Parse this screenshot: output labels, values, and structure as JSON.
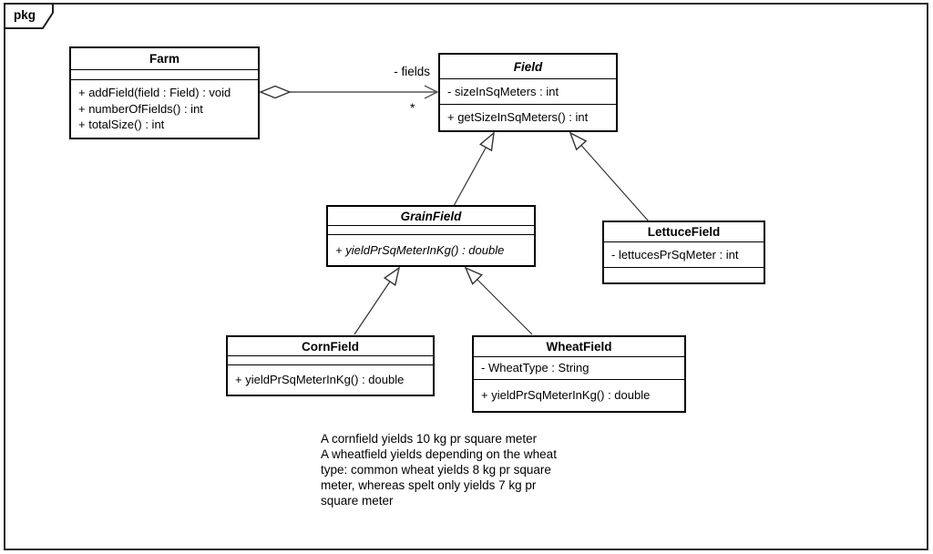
{
  "frame": {
    "tag": "pkg"
  },
  "classes": {
    "farm": {
      "name": "Farm",
      "attributes": [],
      "methods": [
        "+ addField(field : Field) : void",
        "+ numberOfFields() : int",
        "+ totalSize() : int"
      ]
    },
    "field": {
      "name": "Field",
      "abstract": true,
      "attributes": [
        "- sizeInSqMeters : int"
      ],
      "methods": [
        "+ getSizeInSqMeters() : int"
      ]
    },
    "grainField": {
      "name": "GrainField",
      "abstract": true,
      "attributes": [],
      "methods": [
        "+ yieldPrSqMeterInKg() : double"
      ]
    },
    "lettuceField": {
      "name": "LettuceField",
      "attributes": [
        "- lettucesPrSqMeter : int"
      ],
      "methods": []
    },
    "cornField": {
      "name": "CornField",
      "attributes": [],
      "methods": [
        "+ yieldPrSqMeterInKg() : double"
      ]
    },
    "wheatField": {
      "name": "WheatField",
      "attributes": [
        "- WheatType : String"
      ],
      "methods": [
        "+ yieldPrSqMeterInKg() : double"
      ]
    }
  },
  "relations": {
    "farm_field_aggregation": {
      "label": "- fields",
      "multiplicity": "*"
    },
    "generalizations": [
      "GrainField -> Field",
      "LettuceField -> Field",
      "CornField -> GrainField",
      "WheatField -> GrainField"
    ]
  },
  "note": {
    "lines": [
      "A cornfield yields 10 kg pr square meter",
      "A wheatfield yields depending on the wheat",
      "type: common wheat yields 8 kg pr square",
      "meter, whereas spelt only yields 7 kg pr",
      "square meter"
    ]
  },
  "colors": {
    "line": "#000000",
    "connector": "#444444",
    "background": "#ffffff"
  }
}
